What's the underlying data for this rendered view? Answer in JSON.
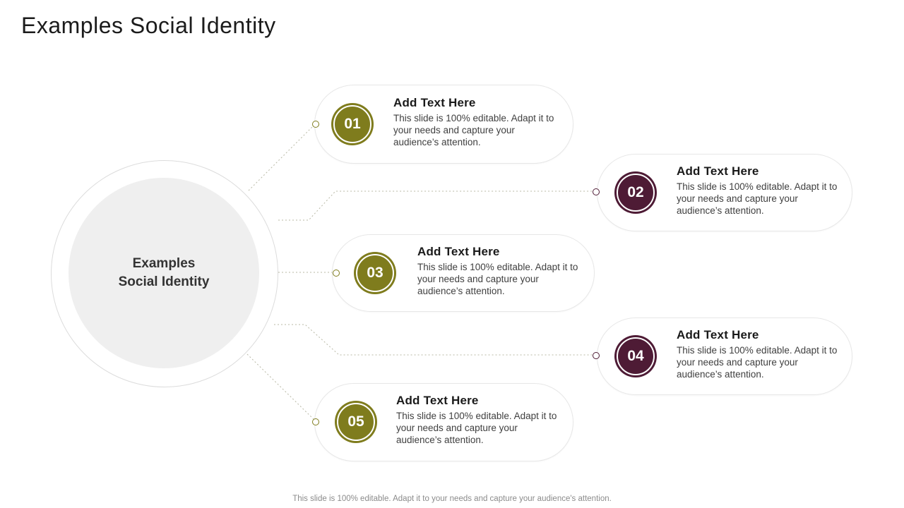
{
  "slide": {
    "title": "Examples Social Identity",
    "center_circle": {
      "line1": "Examples",
      "line2": "Social Identity"
    },
    "items": [
      {
        "number": "01",
        "heading": "Add Text Here",
        "body": "This slide is 100% editable.  Adapt it to your needs and capture your audience’s attention.",
        "badge_color": "#7f7c1d"
      },
      {
        "number": "02",
        "heading": "Add Text Here",
        "body": "This slide is 100% editable.  Adapt it to your needs and capture your audience’s attention.",
        "badge_color": "#4e1b35"
      },
      {
        "number": "03",
        "heading": "Add Text Here",
        "body": "This slide is 100% editable.  Adapt it to your needs and capture your audience’s attention.",
        "badge_color": "#7f7c1d"
      },
      {
        "number": "04",
        "heading": "Add Text Here",
        "body": "This slide is 100% editable.  Adapt it to your needs and capture your audience’s attention.",
        "badge_color": "#4e1b35"
      },
      {
        "number": "05",
        "heading": "Add Text Here",
        "body": "This slide is 100% editable.  Adapt it to your needs and capture your audience’s attention.",
        "badge_color": "#7f7c1d"
      }
    ],
    "footer": "This slide is 100% editable. Adapt it to your needs and capture your audience's attention.",
    "colors": {
      "olive": "#7f7c1d",
      "maroon": "#4e1b35",
      "circle_fill": "#efefef",
      "connector": "#b9b9a6"
    }
  }
}
